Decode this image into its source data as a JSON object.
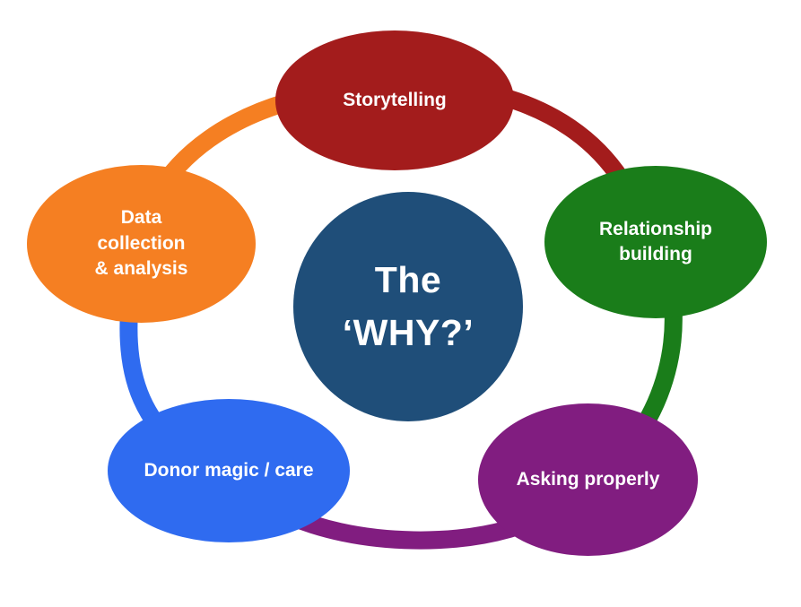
{
  "diagram": {
    "center": {
      "label": "The\n‘WHY?’",
      "color": "#1f4e79"
    },
    "nodes": [
      {
        "id": "storytelling",
        "label": "Storytelling",
        "color": "#a31c1c"
      },
      {
        "id": "relationship-building",
        "label": "Relationship\nbuilding",
        "color": "#1a7d1a"
      },
      {
        "id": "asking-properly",
        "label": "Asking properly",
        "color": "#811d80"
      },
      {
        "id": "donor-magic-care",
        "label": "Donor magic / care",
        "color": "#2f6bf0"
      },
      {
        "id": "data-collection-analysis",
        "label": "Data\ncollection\n& analysis",
        "color": "#f57f22"
      }
    ],
    "connectors": [
      {
        "from": "data-collection-analysis",
        "to": "storytelling",
        "color": "#f57f22"
      },
      {
        "from": "storytelling",
        "to": "relationship-building",
        "color": "#a31c1c"
      },
      {
        "from": "relationship-building",
        "to": "asking-properly",
        "color": "#1a7d1a"
      },
      {
        "from": "asking-properly",
        "to": "donor-magic-care",
        "color": "#811d80"
      },
      {
        "from": "donor-magic-care",
        "to": "data-collection-analysis",
        "color": "#2f6bf0"
      }
    ]
  }
}
